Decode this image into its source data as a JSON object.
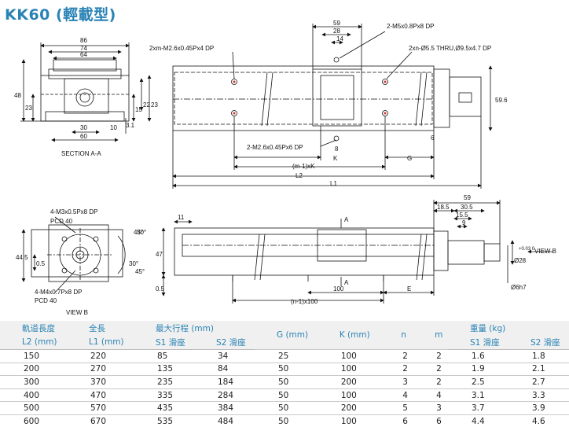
{
  "title": "KK60 (輕載型)",
  "section_label": "SECTION A-A",
  "view_b_label": "VIEW B",
  "view_b_arrow": "VIEW B",
  "callouts": {
    "m2_6_upper": "2xm-M2.6x0.45Px4 DP",
    "m5": "2-M5x0.8Px8 DP",
    "through": "2xn-Ø5.5 THRU,Ø9.5x4.7 DP",
    "m2_6_lower": "2-M2.6x0.45Px6 DP",
    "m3": "4-M3x0.5Px8 DP",
    "pcd40_top": "PCD 40",
    "m4": "4-M4x0.7Px8 DP",
    "pcd40_bottom": "PCD 40"
  },
  "dims": {
    "sec_86": "86",
    "sec_74": "74",
    "sec_64": "64",
    "sec_48": "48",
    "sec_23": "23",
    "sec_15": "15",
    "sec_22": "22",
    "sec_23b": "23",
    "sec_31": "3.1",
    "sec_30": "30",
    "sec_10": "10",
    "sec_60": "60",
    "top_59": "59",
    "top_28": "28",
    "top_14": "14",
    "top_596": "59.6",
    "top_8": "8",
    "top_6": "6",
    "top_k": "K",
    "top_g": "G",
    "top_m1k": "(m-1)xK",
    "top_l2": "L2",
    "top_l1": "L1",
    "vb_445": "44.5",
    "vb_05": "0.5",
    "vb_45": "45°",
    "vb_30a": "30°",
    "vb_30b": "30°",
    "vb_45b": "45°",
    "side_11": "11",
    "side_47": "47",
    "side_05": "0.5",
    "side_a1": "A",
    "side_a2": "A",
    "side_100": "100",
    "side_e": "E",
    "side_n1": "(n-1)x100",
    "side_59": "59",
    "side_185": "18.5",
    "side_305": "30.5",
    "side_155": "15.5",
    "side_9": "9",
    "side_28h7": "Ø28",
    "side_tol": "+0.03 0",
    "side_6h7": "Ø6h7"
  },
  "table": {
    "headers": {
      "rail_len": "軌道長度",
      "rail_len_unit": "L2 (mm)",
      "total_len": "全長",
      "total_len_unit": "L1 (mm)",
      "max_stroke": "最大行程 (mm)",
      "s1": "S1 滑座",
      "s2": "S2 滑座",
      "g": "G (mm)",
      "k": "K (mm)",
      "n": "n",
      "m": "m",
      "weight": "重量 (kg)",
      "w_s1": "S1 滑座",
      "w_s2": "S2 滑座"
    },
    "rows": [
      [
        "150",
        "220",
        "85",
        "34",
        "25",
        "100",
        "2",
        "2",
        "1.6",
        "1.8"
      ],
      [
        "200",
        "270",
        "135",
        "84",
        "50",
        "100",
        "2",
        "2",
        "1.9",
        "2.1"
      ],
      [
        "300",
        "370",
        "235",
        "184",
        "50",
        "200",
        "3",
        "2",
        "2.5",
        "2.7"
      ],
      [
        "400",
        "470",
        "335",
        "284",
        "50",
        "100",
        "4",
        "4",
        "3.1",
        "3.3"
      ],
      [
        "500",
        "570",
        "435",
        "384",
        "50",
        "200",
        "5",
        "3",
        "3.7",
        "3.9"
      ],
      [
        "600",
        "670",
        "535",
        "484",
        "50",
        "100",
        "6",
        "6",
        "4.4",
        "4.6"
      ]
    ]
  }
}
